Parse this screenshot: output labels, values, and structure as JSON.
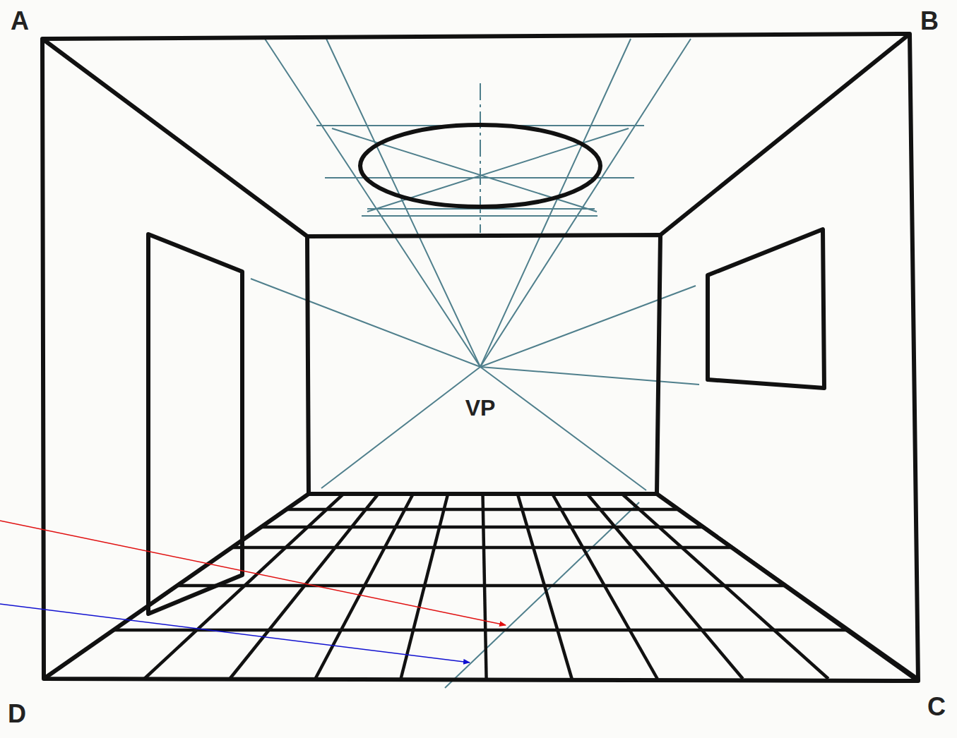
{
  "diagram": {
    "labels": [
      "A",
      "B",
      "VP",
      "D",
      "C"
    ]
  }
}
